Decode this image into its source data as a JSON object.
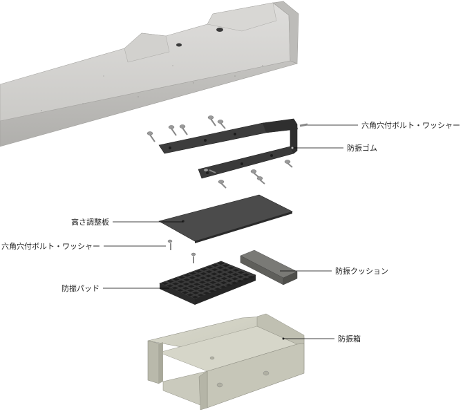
{
  "labels": {
    "bolt_top": "六角穴付ボルト・ワッシャー",
    "rubber": "防振ゴム",
    "height_plate": "高さ調整板",
    "bolt_left": "六角穴付ボルト・ワッシャー",
    "cushion": "防振クッション",
    "pad": "防振パッド",
    "box": "防振箱"
  },
  "colors": {
    "concrete": "#c9c9c7",
    "rubber": "#3a3a3a",
    "plate": "#4a4a4a",
    "cushion": "#6f6f6b",
    "box": "#cfcfc2",
    "leader": "#000000"
  }
}
